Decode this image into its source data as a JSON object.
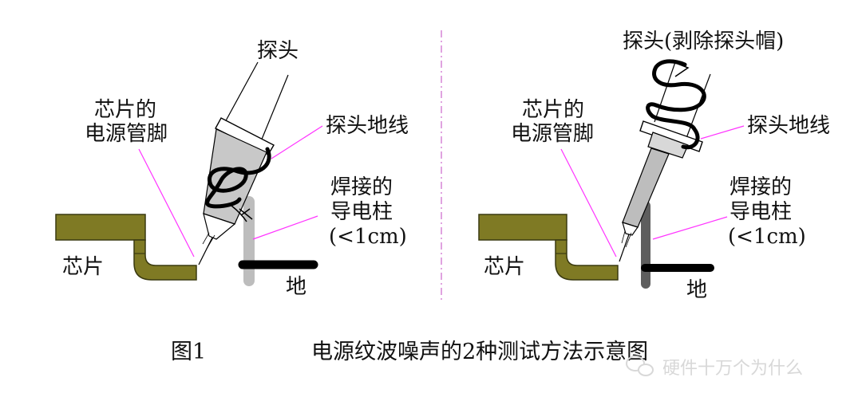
{
  "caption": {
    "figure_no": "图1",
    "title": "电源纹波噪声的2种测试方法示意图"
  },
  "left_panel": {
    "probe": "探头",
    "chip_pin_line1": "芯片的",
    "chip_pin_line2": "电源管脚",
    "probe_ground": "探头地线",
    "post_line1": "焊接的",
    "post_line2": "导电柱",
    "post_line3": "(<1cm)",
    "chip": "芯片",
    "ground": "地"
  },
  "right_panel": {
    "probe": "探头(剥除探头帽)",
    "chip_pin_line1": "芯片的",
    "chip_pin_line2": "电源管脚",
    "probe_ground": "探头地线",
    "post_line1": "焊接的",
    "post_line2": "导电柱",
    "post_line3": "(<1cm)",
    "chip": "芯片",
    "ground": "地"
  },
  "watermark": {
    "icon": "wechat-icon",
    "text": "硬件十万个为什么"
  },
  "colors": {
    "chip": "#7f7a24",
    "chip_edge": "#3a3a10",
    "leader": "#ff33ff",
    "divider": "#cc66cc",
    "post_left": "#bdbdbd",
    "post_right": "#5e5e5e",
    "probe_body_left": "#c8c8c8",
    "probe_body_right": "#bdbdbd"
  }
}
